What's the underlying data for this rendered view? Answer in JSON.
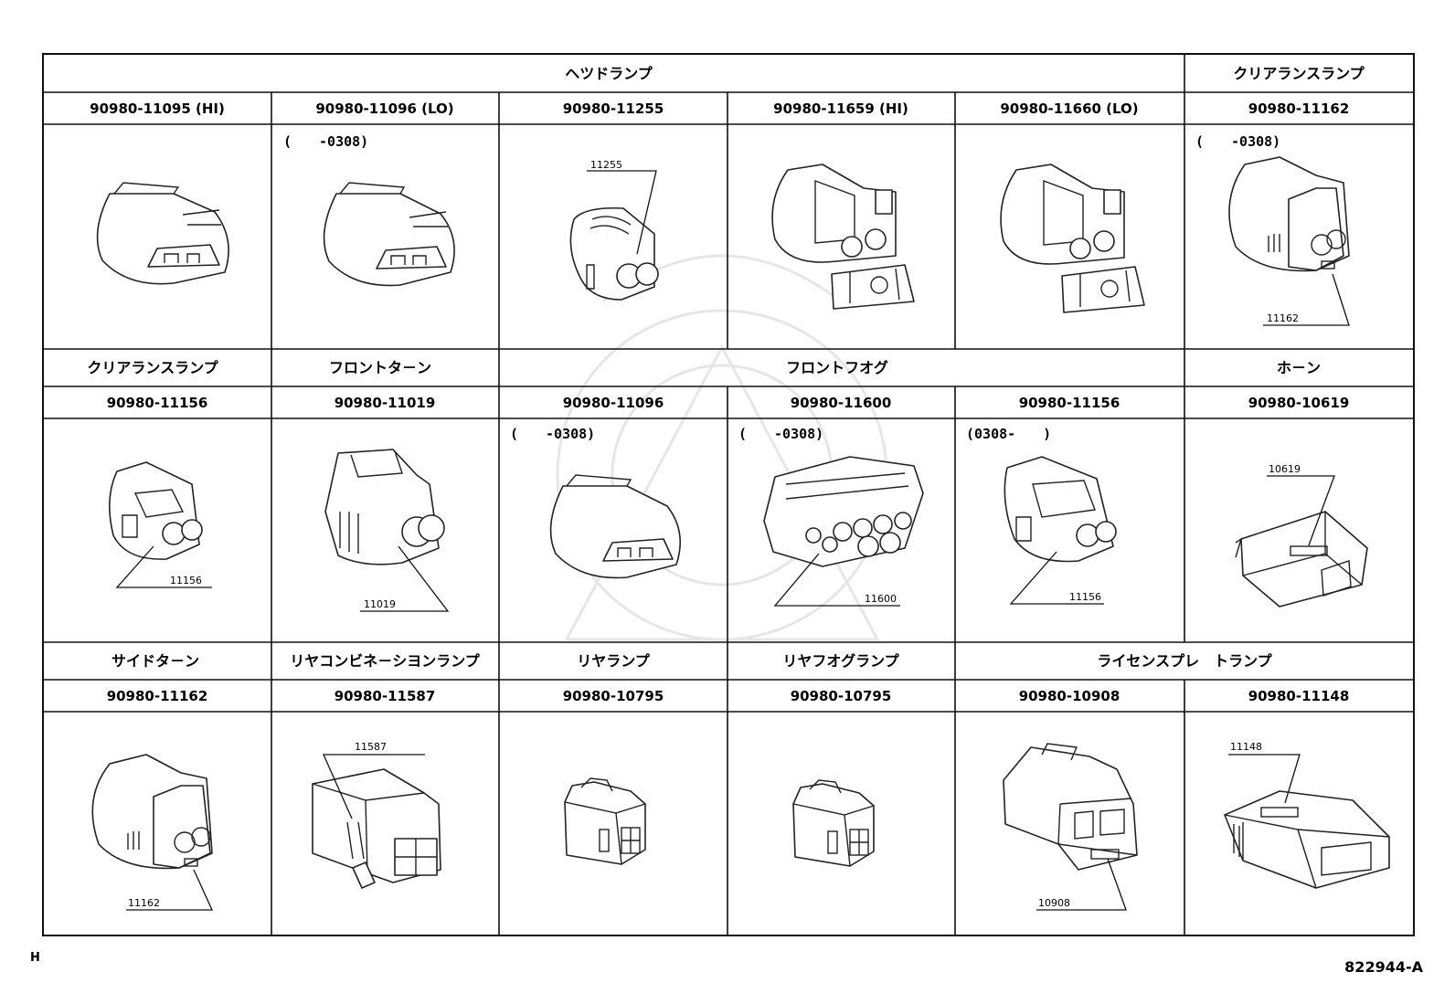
{
  "sheet": {
    "corner_mark": "H",
    "figure_number": "822944-A"
  },
  "groups": {
    "headlamp": "ヘツドランプ",
    "clearance_lamp_top": "クリアランスランプ",
    "clearance_lamp_mid": "クリアランスランプ",
    "front_turn": "フロントタ－ン",
    "front_fog": "フロントフオグ",
    "horn": "ホ－ン",
    "side_turn": "サイドタ－ン",
    "rear_combination": "リヤコンビネ－シヨンランプ",
    "rear_lamp": "リヤランプ",
    "rear_fog": "リヤフオグランプ",
    "license_plate": "ライセンスプレ　トランプ"
  },
  "parts": {
    "r1c1": "90980-11095 (HI)",
    "r1c2": "90980-11096 (LO)",
    "r1c3": "90980-11255",
    "r1c4": "90980-11659 (HI)",
    "r1c5": "90980-11660 (LO)",
    "r1c6": "90980-11162",
    "r2c1": "90980-11156",
    "r2c2": "90980-11019",
    "r2c3": "90980-11096",
    "r2c4": "90980-11600",
    "r2c5": "90980-11156",
    "r2c6": "90980-10619",
    "r3c1": "90980-11162",
    "r3c2": "90980-11587",
    "r3c3": "90980-10795",
    "r3c4": "90980-10795",
    "r3c5": "90980-10908",
    "r3c6": "90980-11148"
  },
  "dates": {
    "r1c2": "(　　-0308)",
    "r1c6": "(　　-0308)",
    "r2c3": "(　　-0308)",
    "r2c4": "(　　-0308)",
    "r2c5": "(0308-　　)"
  },
  "callouts": {
    "r1c3": "11255",
    "r1c6": "11162",
    "r2c1": "11156",
    "r2c2": "11019",
    "r2c4": "11600",
    "r2c5": "11156",
    "r2c6": "10619",
    "r3c1": "11162",
    "r3c2": "11587",
    "r3c5": "10908",
    "r3c6": "11148"
  }
}
